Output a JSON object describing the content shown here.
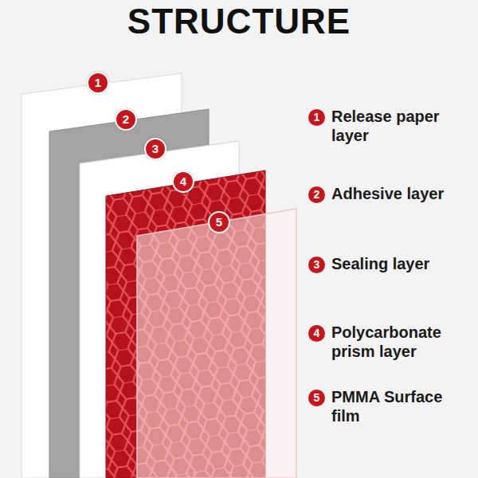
{
  "diagram": {
    "title": "STRUCTURE",
    "labels": [
      "1",
      "2",
      "3",
      "4",
      "5",
      "1",
      "Release paper layer",
      "2",
      "Adhesive layer",
      "3",
      "Sealing layer",
      "4",
      "Polycarbonate prism layer",
      "5",
      "PMMA Surface film"
    ]
  }
}
